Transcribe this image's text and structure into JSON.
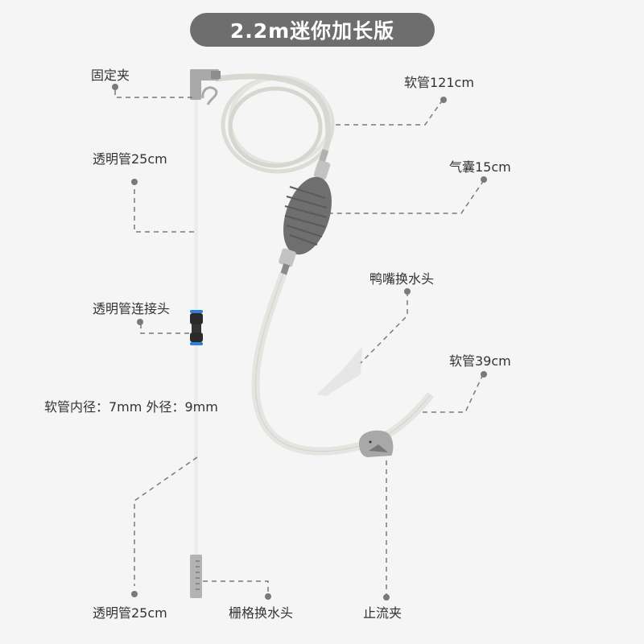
{
  "title": "2.2m迷你加长版",
  "colors": {
    "background": "#f5f5f5",
    "title_pill": "#6e6e6e",
    "title_text": "#ffffff",
    "leader_line": "#7a7a7a",
    "bulb": "#6f6f6f",
    "tube": "#e6e6e2",
    "fitting_blue": "#2f7fe0"
  },
  "labels": {
    "fixed_clip": "固定夹",
    "hose_121": "软管121cm",
    "clear_tube_top": "透明管25cm",
    "bulb": "气囊15cm",
    "duckbill_head": "鸭嘴换水头",
    "connector": "透明管连接头",
    "hose_39": "软管39cm",
    "hose_spec": "软管内径：7mm 外径：9mm",
    "clear_tube_bottom": "透明管25cm",
    "grid_head": "栅格换水头",
    "flow_clamp": "止流夹"
  }
}
